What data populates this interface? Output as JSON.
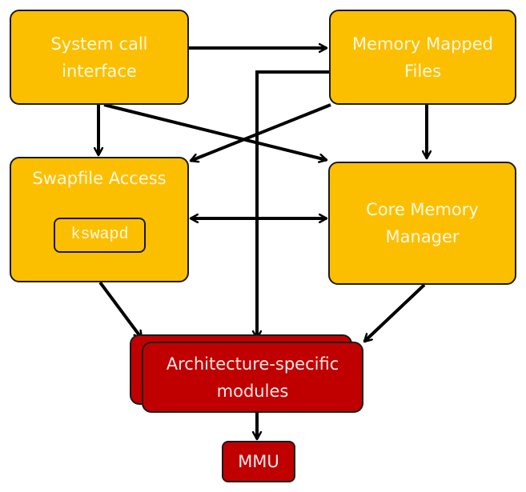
{
  "colors": {
    "module": "#fcbf00",
    "arch": "#c00000",
    "edge": "#000000",
    "text": "#fff8e0"
  },
  "nodes": {
    "syscall": {
      "line1": "System call",
      "line2": "interface"
    },
    "mmap": {
      "line1": "Memory Mapped",
      "line2": "Files"
    },
    "swap": {
      "title": "Swapfile Access",
      "kswapd": "kswapd"
    },
    "core": {
      "line1": "Core Memory",
      "line2": "Manager"
    },
    "arch": {
      "line1": "Architecture-specific",
      "line2": "modules"
    },
    "mmu": {
      "label": "MMU"
    }
  },
  "edges": [
    {
      "from": "syscall",
      "to": "mmap"
    },
    {
      "from": "syscall",
      "to": "swap"
    },
    {
      "from": "syscall",
      "to": "core"
    },
    {
      "from": "mmap",
      "to": "swap"
    },
    {
      "from": "mmap",
      "to": "core"
    },
    {
      "from": "mmap",
      "to": "arch"
    },
    {
      "from": "swap",
      "to": "core",
      "bidirectional": true
    },
    {
      "from": "swap",
      "to": "arch"
    },
    {
      "from": "core",
      "to": "arch"
    },
    {
      "from": "arch",
      "to": "mmu"
    }
  ]
}
